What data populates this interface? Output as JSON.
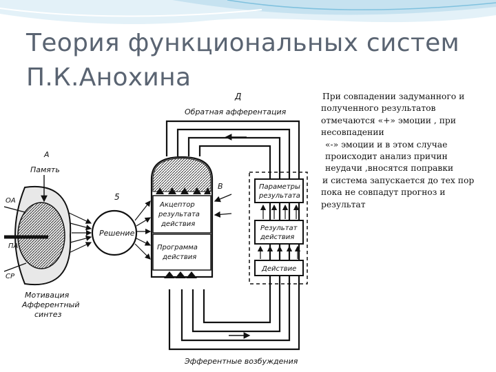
{
  "slide": {
    "title_line1": "Теория функциональных систем",
    "title_line2": "П.К.Анохина"
  },
  "diagram": {
    "label_d": "Д",
    "afferentation": "Обратная афферентация",
    "label_a": "А",
    "memory": "Память",
    "label_5": "5",
    "label_v": "В",
    "decision": "Решение",
    "acceptor": [
      "Акцептор",
      "результата",
      "действия"
    ],
    "program": [
      "Программа",
      "действия"
    ],
    "params": [
      "Параметры",
      "результата"
    ],
    "result": [
      "Результат",
      "действия"
    ],
    "action": "Действие",
    "oa": "ОА",
    "pa": "ПА",
    "sr": "СР",
    "motivation": [
      "Мотивация",
      "Афферентный",
      "синтез"
    ],
    "efferent": "Эфферентные возбуждения"
  },
  "text": {
    "lines": [
      "При совпадении задуманного и",
      "полученного результатов",
      "отмечаются «+» эмоции , при",
      "несовпадении",
      "«-» эмоции и в этом случае",
      "происходит анализ причин",
      "неудачи ,вносятся поправки",
      "и система запускается до тех пор",
      "пока не совпадут прогноз и",
      "результат"
    ]
  },
  "colors": {
    "title": "#5a6472",
    "wave_light": "#e3f1f8",
    "wave_mid": "#b9dcec",
    "wave_accent": "#7fc1de"
  }
}
